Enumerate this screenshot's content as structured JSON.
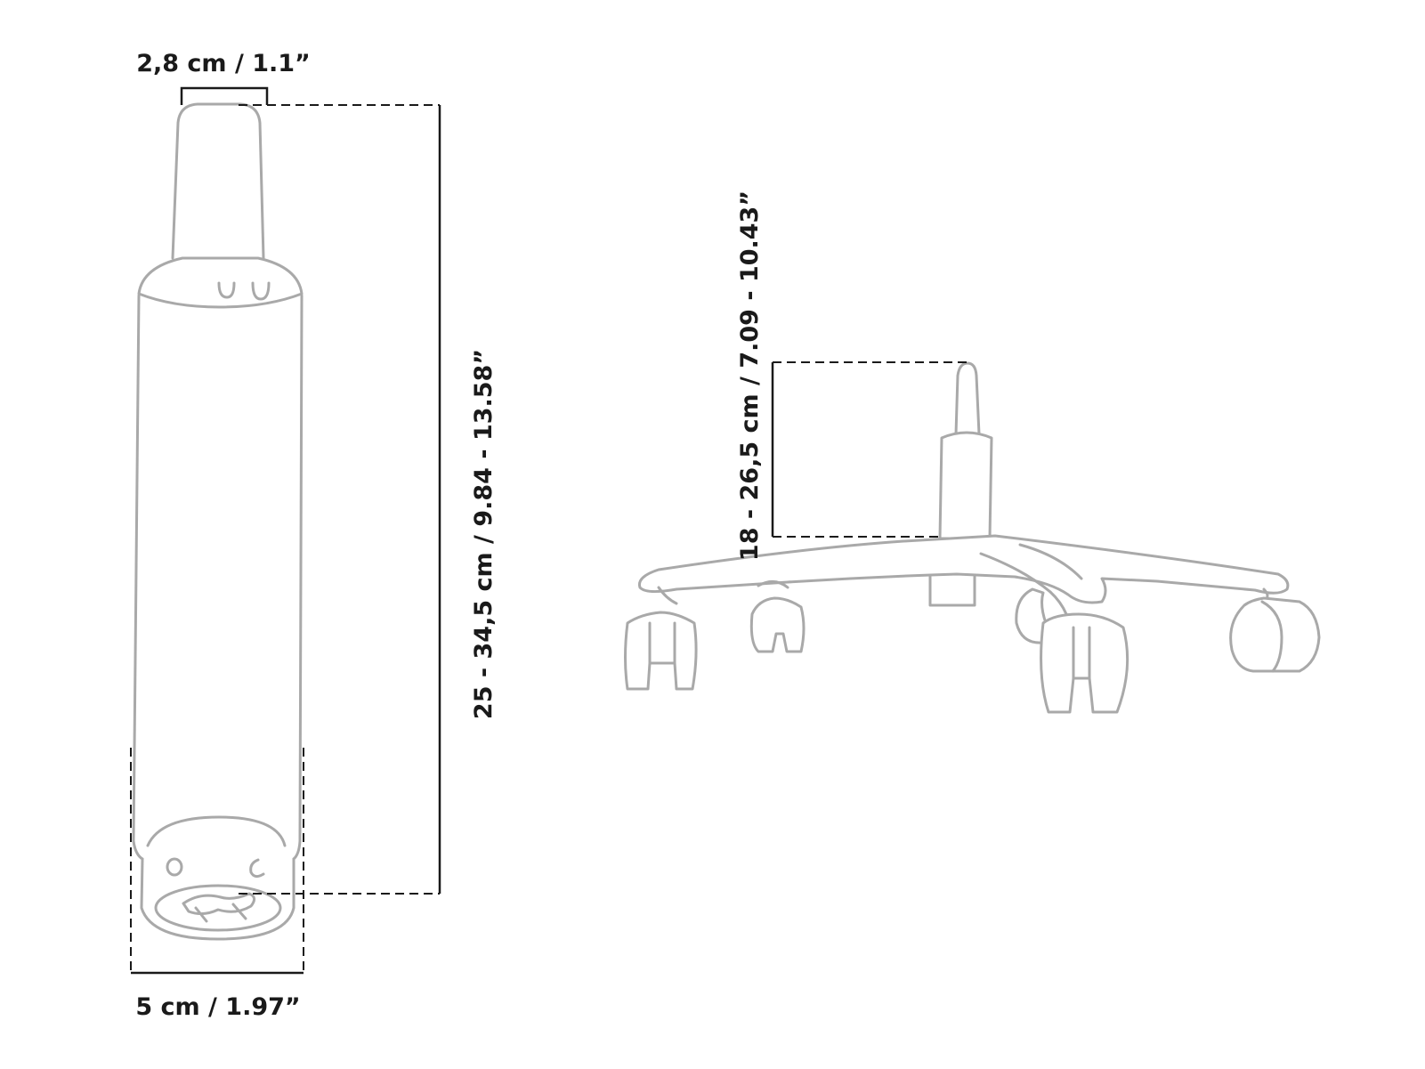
{
  "diagram": {
    "colors": {
      "outline": "#a9a9a9",
      "dimension": "#1a1a1a",
      "background": "#ffffff"
    },
    "gas_lift": {
      "top_diameter_label": "2,8 cm / 1.1”",
      "bottom_diameter_label": "5 cm / 1.97”",
      "length_label": "25 - 34,5 cm / 9.84 - 13.58”"
    },
    "chair_base": {
      "stroke_height_label": "18 - 26,5 cm / 7.09 - 10.43”"
    }
  }
}
